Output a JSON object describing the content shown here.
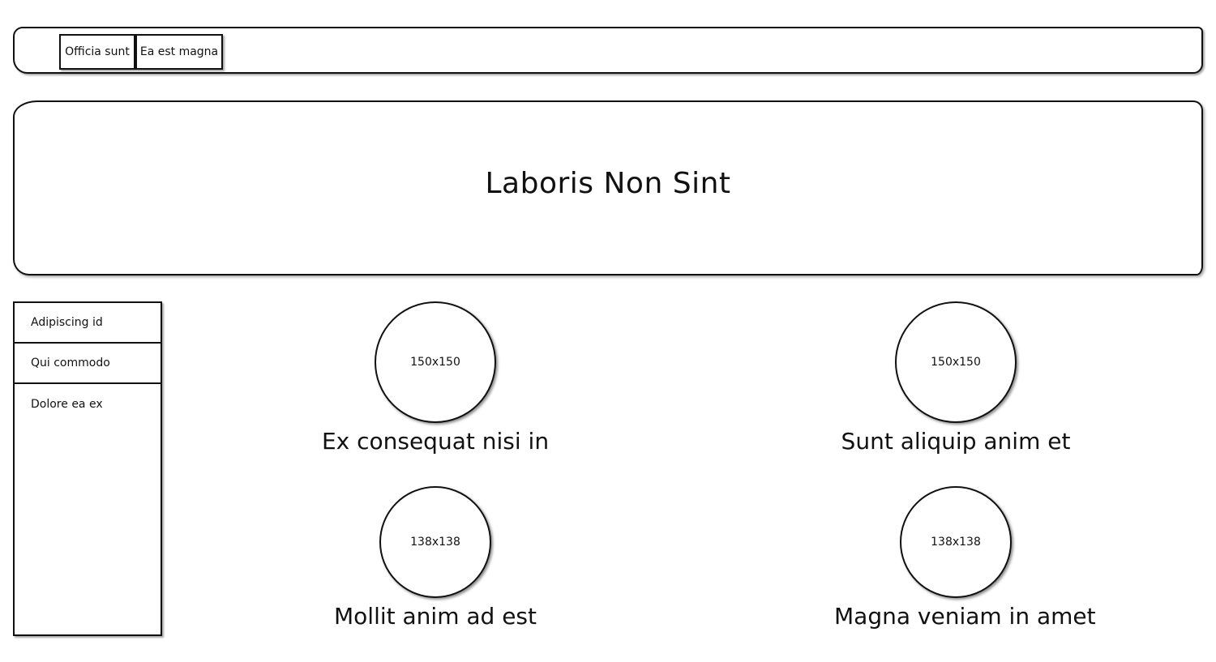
{
  "nav": {
    "tabs": [
      {
        "label": "Officia sunt"
      },
      {
        "label": "Ea est magna"
      }
    ]
  },
  "hero": {
    "title": "Laboris Non Sint"
  },
  "sidebar": {
    "items": [
      {
        "label": "Adipiscing id"
      },
      {
        "label": "Qui commodo"
      },
      {
        "label": "Dolore ea ex"
      }
    ]
  },
  "cards": [
    {
      "image_label": "150x150",
      "caption": "Ex consequat nisi in"
    },
    {
      "image_label": "150x150",
      "caption": "Sunt aliquip anim et"
    },
    {
      "image_label": "138x138",
      "caption": "Mollit anim ad est"
    },
    {
      "image_label": "138x138",
      "caption": "Magna veniam in amet"
    }
  ]
}
